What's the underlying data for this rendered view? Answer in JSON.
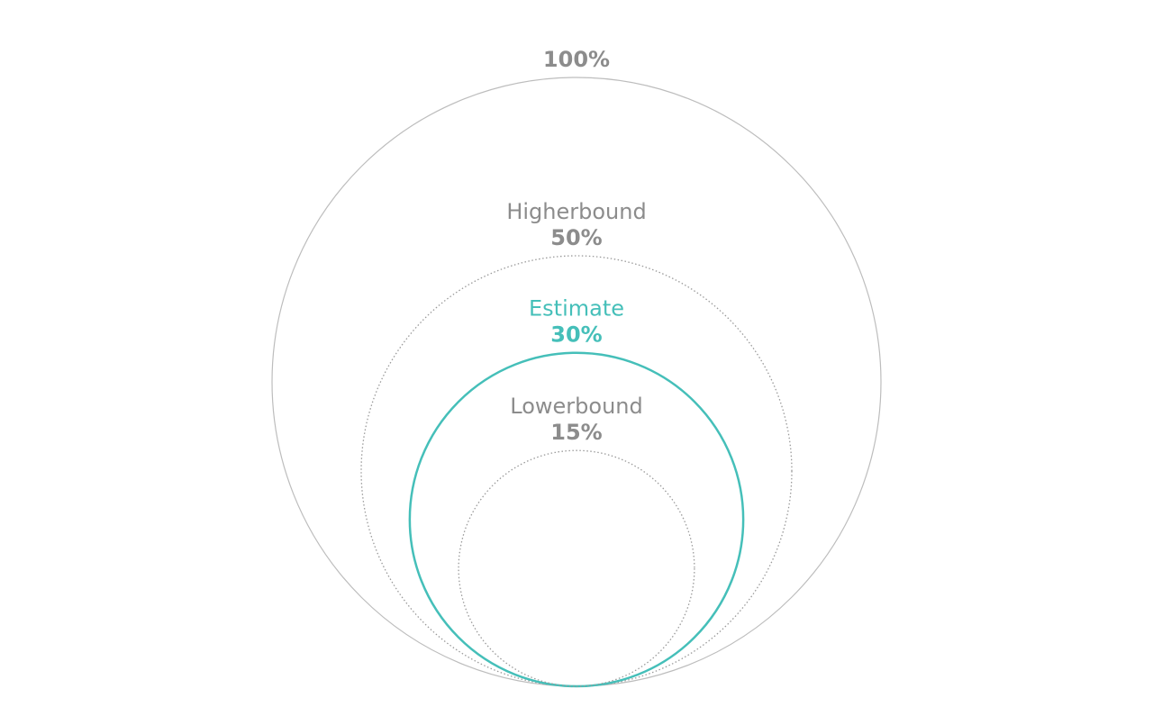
{
  "chart_data": {
    "type": "nested-circles",
    "items": [
      {
        "name": "",
        "value": 100,
        "value_label": "100%",
        "style": "solid",
        "color": "#bdbdbd",
        "label_color": "#8c8c8c"
      },
      {
        "name": "Higherbound",
        "value": 50,
        "value_label": "50%",
        "style": "dotted",
        "color": "#9a9a9a",
        "label_color": "#8c8c8c"
      },
      {
        "name": "Estimate",
        "value": 30,
        "value_label": "30%",
        "style": "solid",
        "color": "#45bfb9",
        "label_color": "#45bfb9"
      },
      {
        "name": "Lowerbound",
        "value": 15,
        "value_label": "15%",
        "style": "dotted",
        "color": "#9a9a9a",
        "label_color": "#8c8c8c"
      }
    ]
  }
}
